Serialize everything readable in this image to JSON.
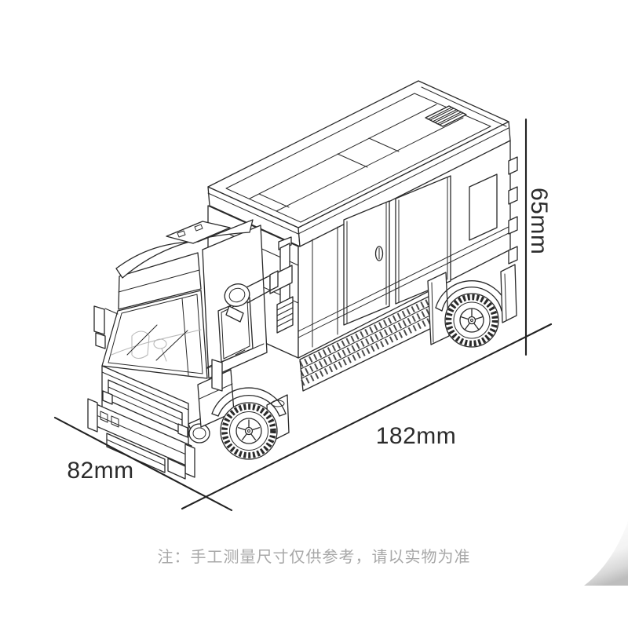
{
  "illustration": {
    "name": "building-block-truck-line-drawing"
  },
  "dimensions": {
    "height": {
      "label": "65mm"
    },
    "length": {
      "label": "182mm"
    },
    "width": {
      "label": "82mm"
    }
  },
  "note": "注：手工测量尺寸仅供参考，请以实物为准",
  "colors": {
    "background": "#ffffff",
    "line": "#2a2a2a",
    "dimension_text": "#2b2b2b",
    "note_text": "#a8a8a8",
    "curl_shadow": "#bdbdbd"
  }
}
